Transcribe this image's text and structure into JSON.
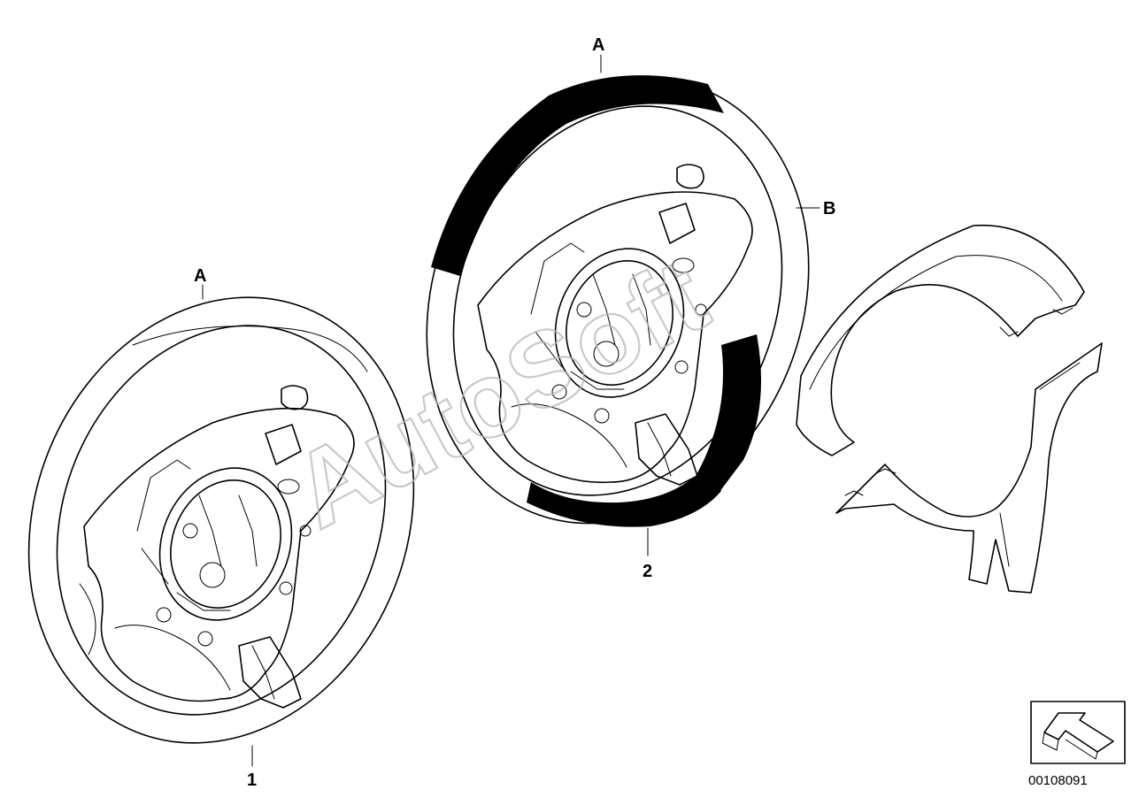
{
  "labels": {
    "wheel1_a": "A",
    "wheel1_number": "1",
    "wheel2_a": "A",
    "wheel2_b": "B",
    "wheel2_number": "2"
  },
  "watermark": "AutoSoft",
  "diagram_id": "00108091",
  "icons": {
    "orientation": "arrow-icon"
  },
  "colors": {
    "line": "#000000",
    "background": "#ffffff",
    "watermark": "#b8b8b8"
  }
}
